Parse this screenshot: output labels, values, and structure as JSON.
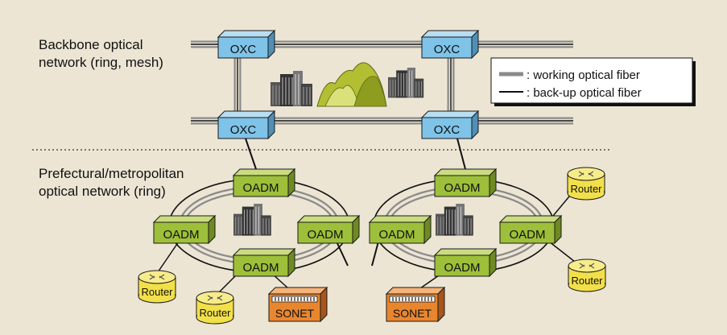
{
  "headings": {
    "backbone": [
      "Backbone optical",
      "network (ring, mesh)"
    ],
    "metro": [
      "Prefectural/metropolitan",
      "optical network (ring)"
    ]
  },
  "legend": {
    "working": ": working optical fiber",
    "backup": ": back-up optical fiber"
  },
  "labels": {
    "oxc": "OXC",
    "oadm": "OADM",
    "router": "Router",
    "sonet": "SONET"
  },
  "colors": {
    "background": "#ece5d4",
    "oxc": "#7fc3e8",
    "oadm": "#9dbf3a",
    "router": "#f2e04a",
    "sonet": "#e8862e",
    "working_fiber": "#8a8a8a",
    "backup_fiber": "#111111"
  },
  "icons": [
    "office-building-icon",
    "mountains-icon"
  ]
}
